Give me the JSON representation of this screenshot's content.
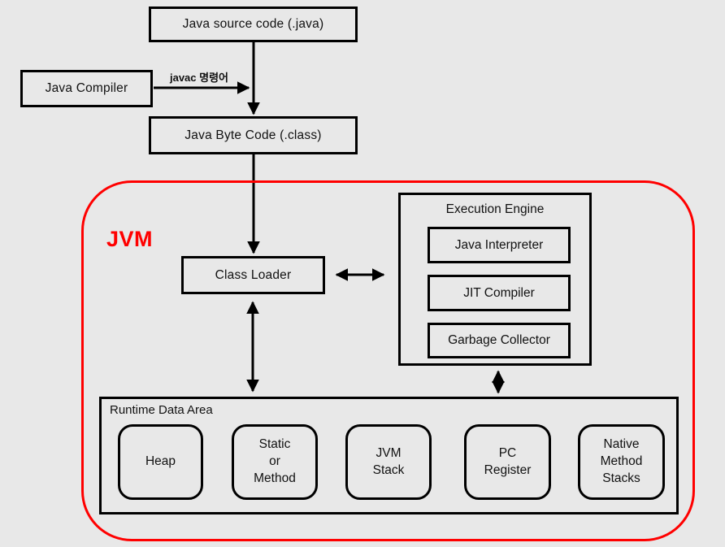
{
  "diagram": {
    "boxes": {
      "java_source": "Java source code (.java)",
      "java_compiler": "Java Compiler",
      "java_byte_code": "Java Byte Code (.class)",
      "class_loader": "Class Loader"
    },
    "labels": {
      "javac_command": "javac 명령어",
      "jvm": "JVM"
    },
    "execution_engine": {
      "title": "Execution Engine",
      "items": [
        "Java Interpreter",
        "JIT Compiler",
        "Garbage Collector"
      ]
    },
    "runtime_data_area": {
      "title": "Runtime Data Area",
      "cells": [
        "Heap",
        "Static\nor\nMethod",
        "JVM\nStack",
        "PC\nRegister",
        "Native\nMethod\nStacks"
      ]
    },
    "colors": {
      "background": "#e8e8e8",
      "box_border": "#000000",
      "jvm_border": "#ff0000",
      "jvm_label": "#ff0000"
    }
  }
}
